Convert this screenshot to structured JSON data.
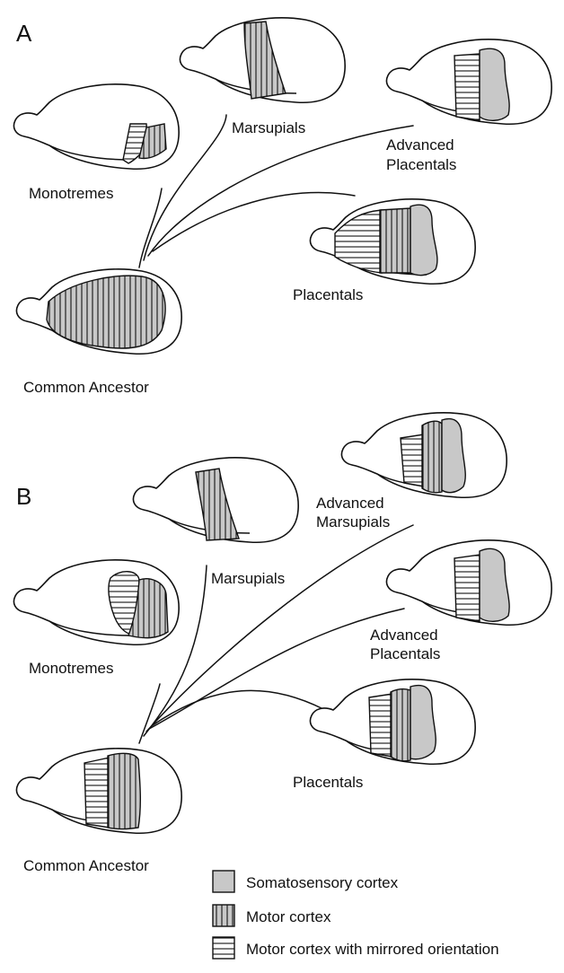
{
  "colors": {
    "somatosensory": "#c8c8c8",
    "line": "#111111",
    "background": "#ffffff"
  },
  "panels": [
    {
      "id": "A",
      "label": "A",
      "nodes": {
        "monotremes": "Monotremes",
        "marsupials": "Marsupials",
        "advanced_placentals_1": "Advanced",
        "advanced_placentals_2": "Placentals",
        "placentals": "Placentals",
        "common_ancestor": "Common Ancestor"
      }
    },
    {
      "id": "B",
      "label": "B",
      "nodes": {
        "monotremes": "Monotremes",
        "marsupials": "Marsupials",
        "advanced_marsupials_1": "Advanced",
        "advanced_marsupials_2": "Marsupials",
        "advanced_placentals_1": "Advanced",
        "advanced_placentals_2": "Placentals",
        "placentals": "Placentals",
        "common_ancestor": "Common Ancestor"
      }
    }
  ],
  "legend": {
    "somatosensory": "Somatosensory cortex",
    "motor": "Motor cortex",
    "motor_mirrored": "Motor cortex with mirrored orientation"
  }
}
